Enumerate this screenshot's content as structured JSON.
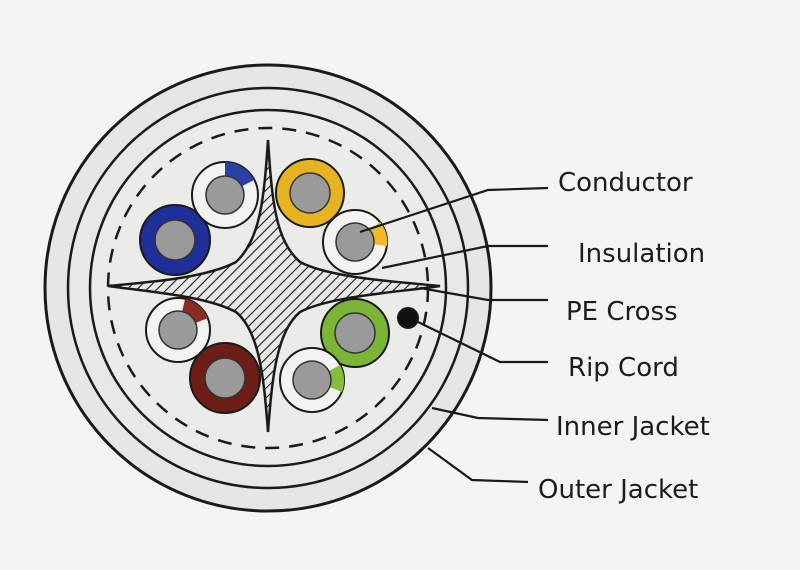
{
  "labels": {
    "conductor": "Conductor",
    "insulation": "Insulation",
    "pe_cross": "PE Cross",
    "rip_cord": "Rip Cord",
    "inner_jacket": "Inner Jacket",
    "outer_jacket": "Outer Jacket"
  },
  "colors": {
    "background": "#f4f4f4",
    "jacket": "#e6e6e4",
    "outline": "#1a1a1a",
    "copper_core": "#9a9a9a",
    "blue": "#1f2f9a",
    "blue_white": "#2a3ea8",
    "orange": "#e8b320",
    "orange_white": "#f0b82a",
    "green": "#7bb535",
    "green_white": "#86bd3a",
    "brown": "#6e1c16",
    "brown_white": "#8a2a20",
    "white_insulation": "#f3f3f1"
  }
}
